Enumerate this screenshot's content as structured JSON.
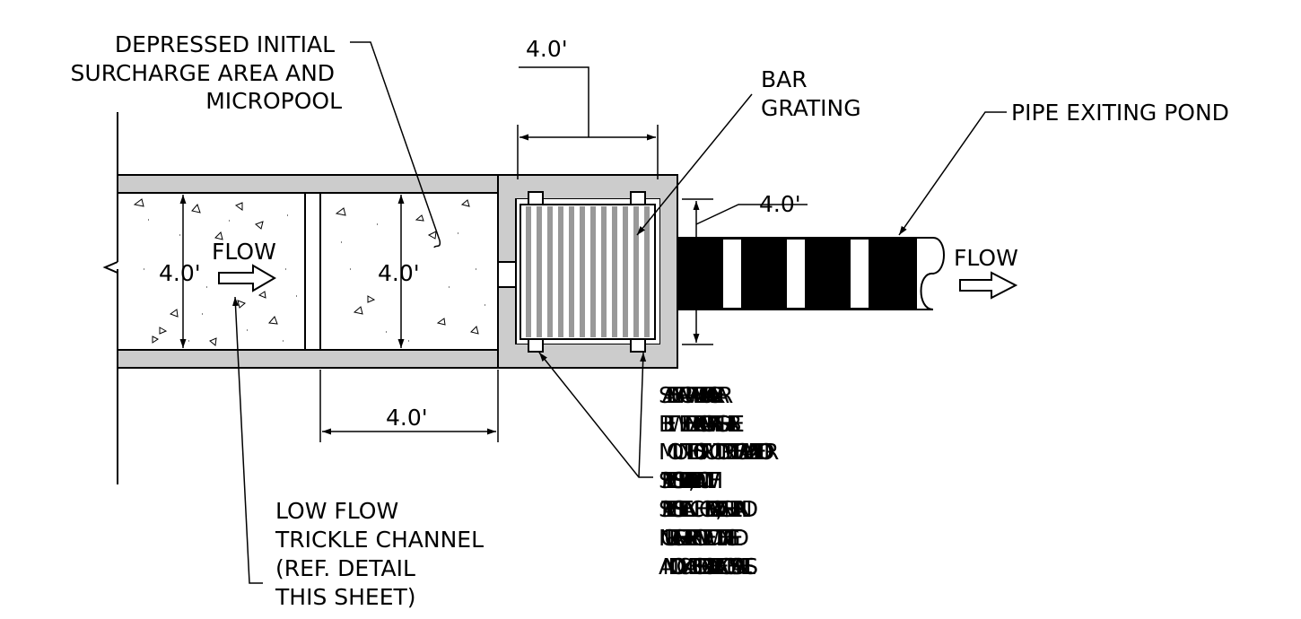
{
  "labels": {
    "depressed_area": [
      "DEPRESSED INITIAL",
      "SURCHARGE AREA AND",
      "MICROPOOL"
    ],
    "bar_grating": [
      "BAR",
      "GRATING"
    ],
    "pipe_exiting": "PIPE EXITING POND",
    "flow_left": "FLOW",
    "flow_right": "FLOW",
    "dim_grate_width": "4.0'",
    "dim_grate_height": "4.0'",
    "dim_channel_left": "4.0'",
    "dim_channel_mid": "4.0'",
    "dim_bottom": "4.0'",
    "low_flow": [
      "LOW FLOW",
      "TRICKLE CHANNEL",
      "(REF. DETAIL",
      "THIS SHEET)"
    ],
    "safety_note": [
      "SAFETY BAR GRATE WITH 5\" MAX. CLEAR",
      "BETWEEN BARS. BAR GRATING SHALL BE",
      "MOUNTED TO STRUCTURE WITH GALVANIZED OR",
      "STAINLESS STEEL TAB, HELD INTACT WITH",
      "STAINLESS STEEL ANCHOR BOLT, WASHER AND",
      "NUT. GRATE SHALL BE PROVIDED WITH HINGED",
      "AND LOCKABLE OR BOLTABLE ACCESS PANELS."
    ]
  },
  "colors": {
    "line": "#000000",
    "concrete_wall": "#cccccc",
    "grate_bar": "#999999",
    "background": "#ffffff"
  }
}
